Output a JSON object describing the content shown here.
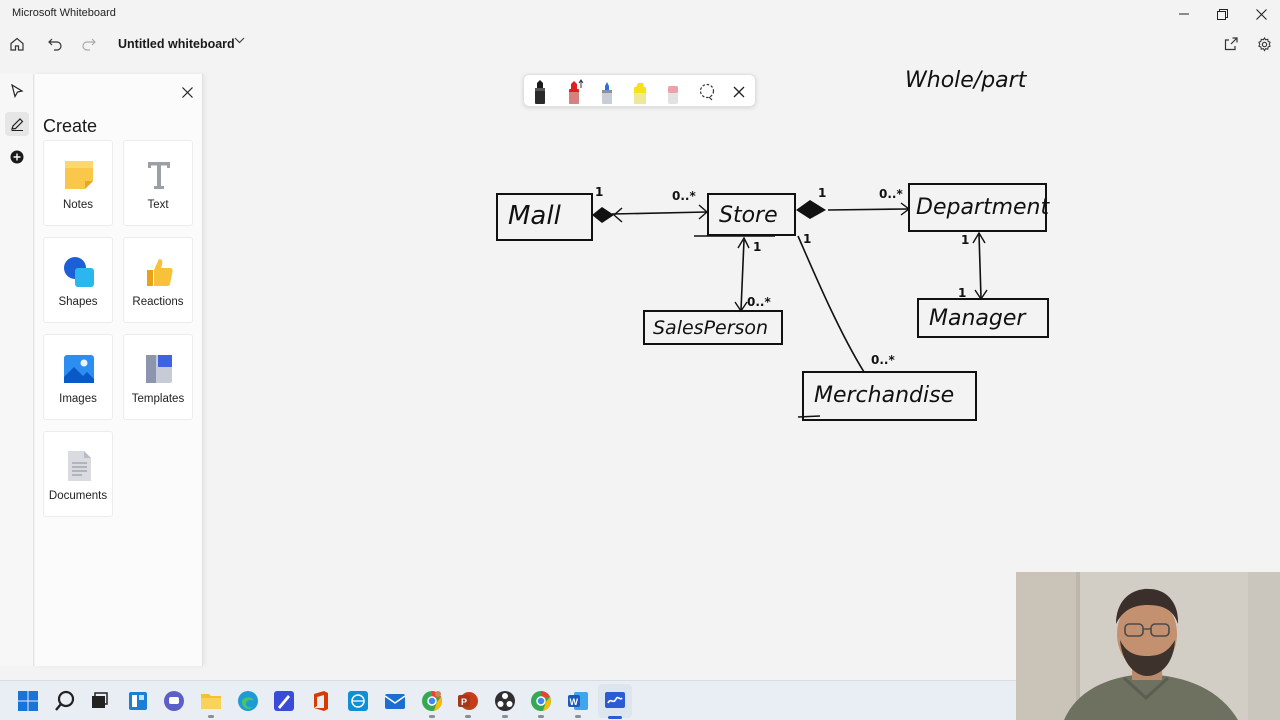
{
  "window": {
    "app_title": "Microsoft Whiteboard",
    "minimize_icon": "minimize-icon",
    "restore_icon": "restore-icon",
    "close_icon": "close-icon"
  },
  "command_bar": {
    "board_title": "Untitled whiteboard",
    "home_icon": "home-icon",
    "undo_icon": "undo-icon",
    "redo_icon": "redo-icon",
    "share_icon": "share-icon",
    "settings_icon": "gear-icon"
  },
  "left_rail": {
    "items": [
      {
        "name": "select",
        "icon": "pointer-icon"
      },
      {
        "name": "inking",
        "icon": "pen-icon",
        "active": true
      },
      {
        "name": "create",
        "icon": "plus-circle-icon"
      }
    ]
  },
  "create_panel": {
    "title": "Create",
    "tiles": [
      {
        "label": "Notes",
        "icon": "sticky-note-icon"
      },
      {
        "label": "Text",
        "icon": "text-icon"
      },
      {
        "label": "Shapes",
        "icon": "shapes-icon"
      },
      {
        "label": "Reactions",
        "icon": "thumbs-up-icon"
      },
      {
        "label": "Images",
        "icon": "image-icon"
      },
      {
        "label": "Templates",
        "icon": "templates-icon"
      },
      {
        "label": "Documents",
        "icon": "document-icon"
      }
    ]
  },
  "ink_toolbar": {
    "tools": [
      {
        "name": "black-pen",
        "color": "#1a1a1a"
      },
      {
        "name": "red-pen",
        "color": "#e02020"
      },
      {
        "name": "blue-pen",
        "color": "#2f6fd6"
      },
      {
        "name": "highlighter",
        "color": "#f6e21a"
      },
      {
        "name": "eraser",
        "color": "#f0a0a8"
      }
    ],
    "lasso_icon": "lasso-icon",
    "close_icon": "close-icon"
  },
  "whiteboard": {
    "heading": "Whole/part",
    "classes": {
      "mall": "Mall",
      "store": "Store",
      "department": "Department",
      "salesperson": "SalesPerson",
      "manager": "Manager",
      "merchandise": "Merchandise"
    },
    "multiplicities": {
      "mall_store_left": "1",
      "mall_store_right": "0..*",
      "store_dept_left": "1",
      "store_dept_right": "0..*",
      "store_sales_top": "1",
      "store_sales_bottom": "0..*",
      "store_merch_top": "1",
      "store_merch_bottom": "0..*",
      "dept_manager_top": "1",
      "dept_manager_bottom": "1"
    }
  },
  "taskbar": {
    "apps": [
      {
        "name": "start",
        "icon": "windows-start-icon",
        "color": "#1a73d9"
      },
      {
        "name": "search",
        "icon": "search-icon",
        "color": "#222222"
      },
      {
        "name": "task-view",
        "icon": "task-view-icon",
        "color": "#222222"
      },
      {
        "name": "widgets",
        "icon": "widgets-icon",
        "color": "#1b7fd6"
      },
      {
        "name": "teams-chat",
        "icon": "chat-icon",
        "color": "#5b5fc7"
      },
      {
        "name": "file-explorer",
        "icon": "folder-icon",
        "color": "#f2c233"
      },
      {
        "name": "edge",
        "icon": "edge-icon",
        "color": "#1e9bd7"
      },
      {
        "name": "pen-app",
        "icon": "pen-app-icon",
        "color": "#3a4bd8"
      },
      {
        "name": "office",
        "icon": "office-icon",
        "color": "#d83b01"
      },
      {
        "name": "web-app",
        "icon": "globe-app-icon",
        "color": "#0f8fd6"
      },
      {
        "name": "mail",
        "icon": "mail-icon",
        "color": "#1a6fd0"
      },
      {
        "name": "chrome-profile",
        "icon": "chrome-icon",
        "color": "#34a853"
      },
      {
        "name": "powerpoint",
        "icon": "powerpoint-icon",
        "color": "#c43e1c"
      },
      {
        "name": "obs",
        "icon": "obs-icon",
        "color": "#302e31"
      },
      {
        "name": "chrome",
        "icon": "chrome-icon",
        "color": "#ea4335"
      },
      {
        "name": "word",
        "icon": "word-icon",
        "color": "#185abd"
      },
      {
        "name": "whiteboard",
        "icon": "whiteboard-icon",
        "color": "#2c5bd6"
      }
    ]
  }
}
